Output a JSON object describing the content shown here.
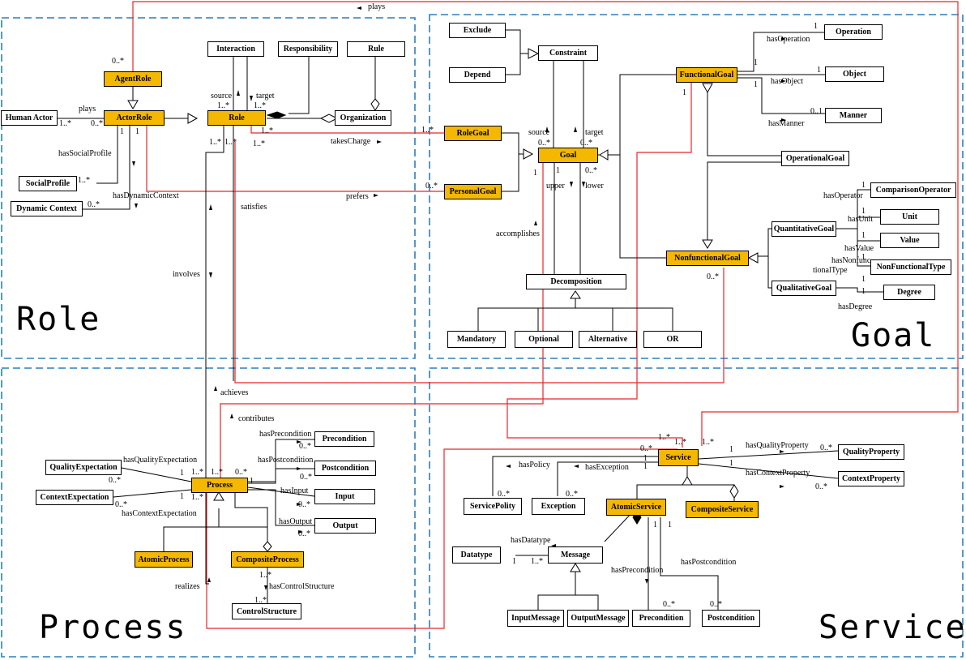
{
  "packages": {
    "role": "Role",
    "goal": "Goal",
    "process": "Process",
    "service": "Service"
  },
  "classes": {
    "agent_role": "AgentRole",
    "actor_role": "ActorRole",
    "human_actor": "Human Actor",
    "role": "Role",
    "interaction": "Interaction",
    "responsibility": "Responsibility",
    "rule": "Rule",
    "organization": "Organization",
    "social_profile": "SocialProfile",
    "dynamic_context": "Dynamic Context",
    "exclude": "Exclude",
    "depend": "Depend",
    "constraint": "Constraint",
    "role_goal": "RoleGoal",
    "personal_goal": "PersonalGoal",
    "goal": "Goal",
    "functional_goal": "FunctionalGoal",
    "operation": "Operation",
    "object": "Object",
    "manner": "Manner",
    "operational_goal": "OperationalGoal",
    "comparison_operator": "ComparisonOperator",
    "unit": "Unit",
    "value": "Value",
    "nonfunctional_type": "NonFunctionalType",
    "degree": "Degree",
    "quantitative_goal": "QuantitativeGoal",
    "qualitative_goal": "QualitativeGoal",
    "nonfunctional_goal": "NonfunctionalGoal",
    "decomposition": "Decomposition",
    "mandatory": "Mandatory",
    "optional": "Optional",
    "alternative": "Alternative",
    "or": "OR",
    "quality_expectation": "QualityExpectation",
    "context_expectation": "ContextExpectation",
    "process": "Process",
    "precondition": "Precondition",
    "postcondition": "Postcondition",
    "input": "Input",
    "output": "Output",
    "atomic_process": "AtomicProcess",
    "composite_process": "CompositeProcess",
    "control_structure": "ControlStructure",
    "service": "Service",
    "quality_property": "QualityProperty",
    "context_property": "ContextProperty",
    "service_polity": "ServicePolity",
    "exception": "Exception",
    "atomic_service": "AtomicService",
    "composite_service": "CompositeService",
    "datatype": "Datatype",
    "message": "Message",
    "input_message": "InputMessage",
    "output_message": "OutputMessage",
    "s_precondition": "Precondition",
    "s_postcondition": "Postcondition"
  },
  "labels": {
    "plays_top": "plays",
    "plays": "plays",
    "has_social_profile": "hasSocialProfile",
    "has_dynamic_context": "hasDynamicContext",
    "source": "source",
    "target": "target",
    "takes_charge": "takesCharge",
    "prefers": "prefers",
    "satisfies": "satisfies",
    "involves": "involves",
    "achieves": "achieves",
    "contributes": "contributes",
    "realizes": "realizes",
    "has_operation": "hasOperation",
    "has_object": "hasObject",
    "has_manner": "hasManner",
    "g_source": "source",
    "g_target": "target",
    "upper": "upper",
    "lower": "lower",
    "accomplishes": "accomplishes",
    "has_operator": "hasOperator",
    "has_unit": "hasUnit",
    "has_value": "hasValue",
    "has_nonfunc_1": "hasNonfunc",
    "has_nonfunc_2": "tionalType",
    "has_degree": "hasDegree",
    "has_quality_expectation": "hasQualityExpectation",
    "has_context_expectation": "hasContextExpectation",
    "has_precondition": "hasPrecondition",
    "has_postcondition": "hasPostcondition",
    "has_input": "hasInput",
    "has_output": "hasOutput",
    "has_control_structure": "hasControlStructure",
    "has_quality_property": "hasQualityProperty",
    "has_context_property": "hasContextProperty",
    "has_policy": "hasPolicy",
    "has_exception": "hasException",
    "has_datatype": "hasDatatype",
    "s_has_precondition": "hasPrecondition",
    "s_has_postcondition": "hasPostcondition"
  },
  "mult": {
    "m_0n": "0..*",
    "m_1n": "1..*",
    "m_1": "1",
    "m_01": "0..1"
  },
  "colors": {
    "highlight": "#f5b800",
    "red_line": "#e8262a",
    "blue_dashed": "#2f7fb8"
  }
}
